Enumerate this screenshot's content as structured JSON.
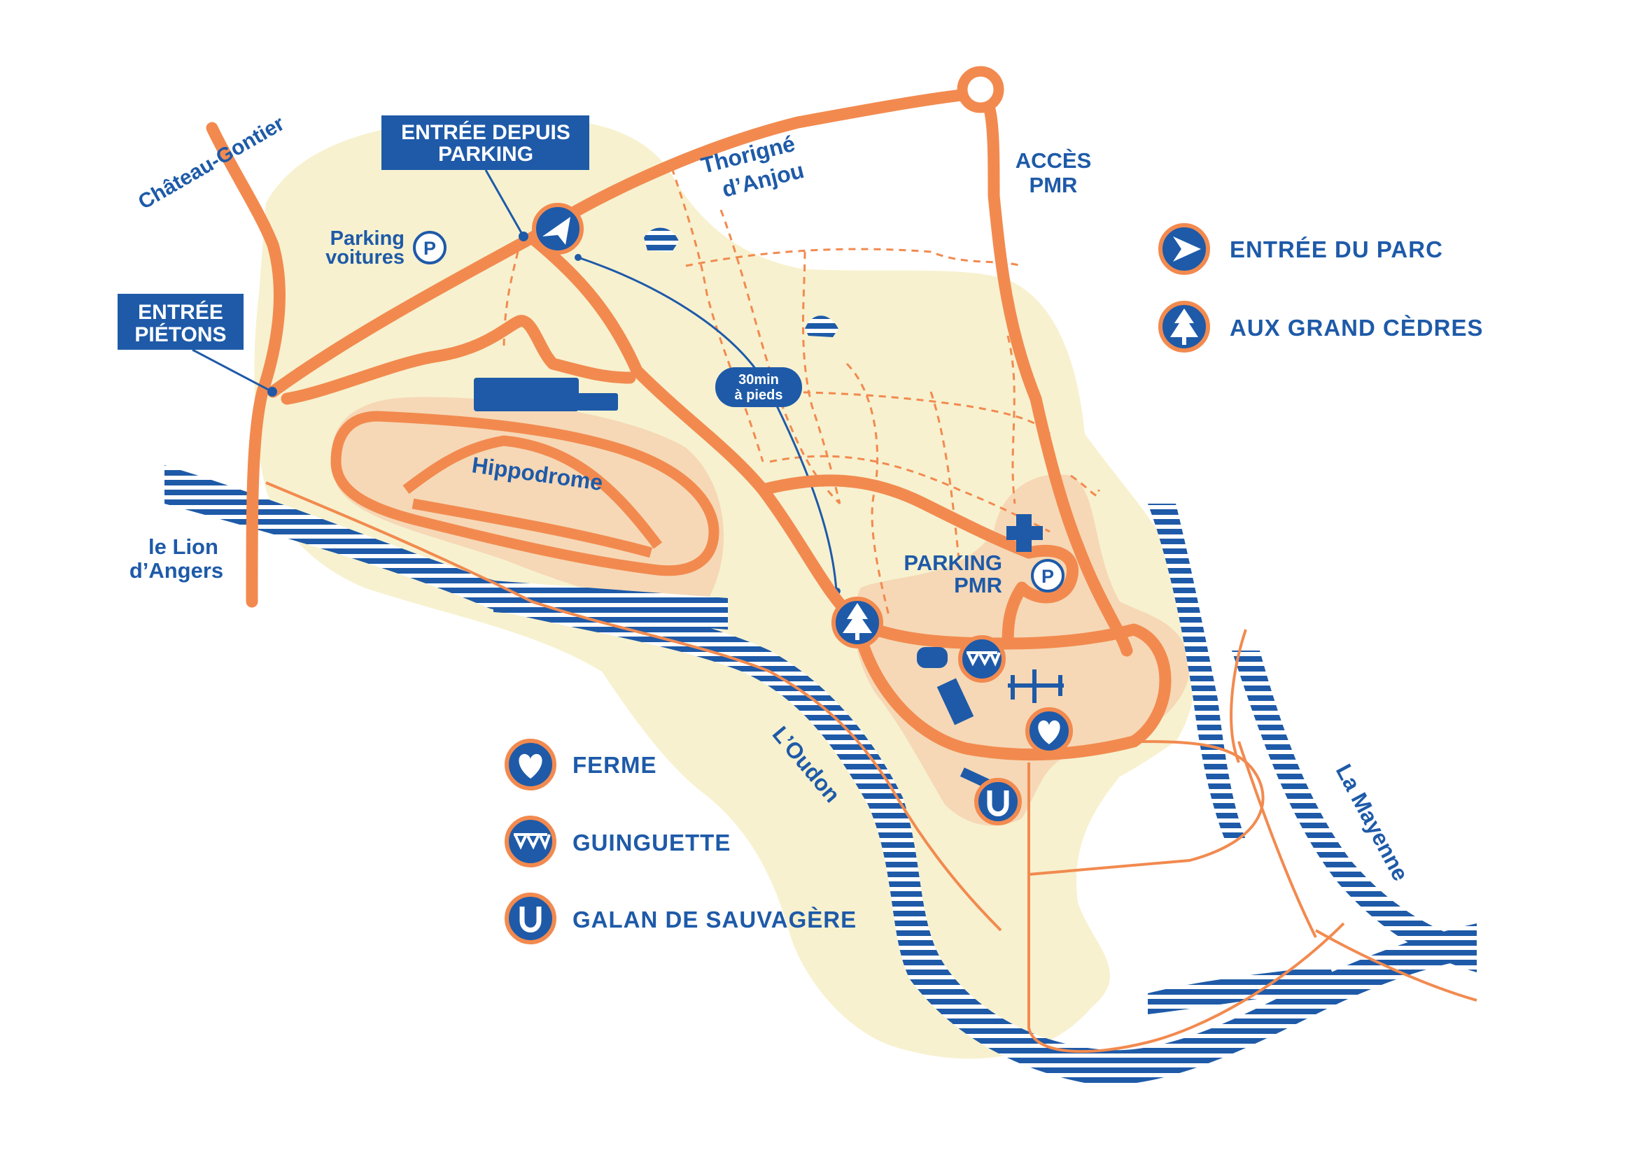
{
  "colors": {
    "park_fill": "#f7f1cf",
    "zone_fill": "#f6d8b6",
    "road": "#f28a4f",
    "water": "#1e5aa8",
    "label": "#1e5aa8",
    "white": "#ffffff"
  },
  "labels": {
    "chateau_gontier": "Château-Gontier",
    "entree_parking_line1": "ENTRÉE DEPUIS",
    "entree_parking_line2": "PARKING",
    "entree_pietons_line1": "ENTRÉE",
    "entree_pietons_line2": "PIÉTONS",
    "parking_voitures_line1": "Parking",
    "parking_voitures_line2": "voitures",
    "thorigne_line1": "Thorigné",
    "thorigne_line2": "d’Anjou",
    "acces_pmr_line1": "ACCÈS",
    "acces_pmr_line2": "PMR",
    "walk_line1": "30min",
    "walk_line2": "à pieds",
    "hippodrome": "Hippodrome",
    "lion_line1": "le Lion",
    "lion_line2": "d’Angers",
    "parking_pmr_line1": "PARKING",
    "parking_pmr_line2": "PMR",
    "oudon": "L’Oudon",
    "mayenne": "La Mayenne",
    "parking_symbol": "P"
  },
  "legend": [
    {
      "icon": "entry-arrow-icon",
      "label": "ENTRÉE DU PARC"
    },
    {
      "icon": "cedar-tree-icon",
      "label": "AUX GRAND CÈDRES"
    },
    {
      "icon": "heart-icon",
      "label": "FERME"
    },
    {
      "icon": "bunting-icon",
      "label": "GUINGUETTE"
    },
    {
      "icon": "horseshoe-icon",
      "label": "GALAN DE SAUVAGÈRE"
    }
  ]
}
